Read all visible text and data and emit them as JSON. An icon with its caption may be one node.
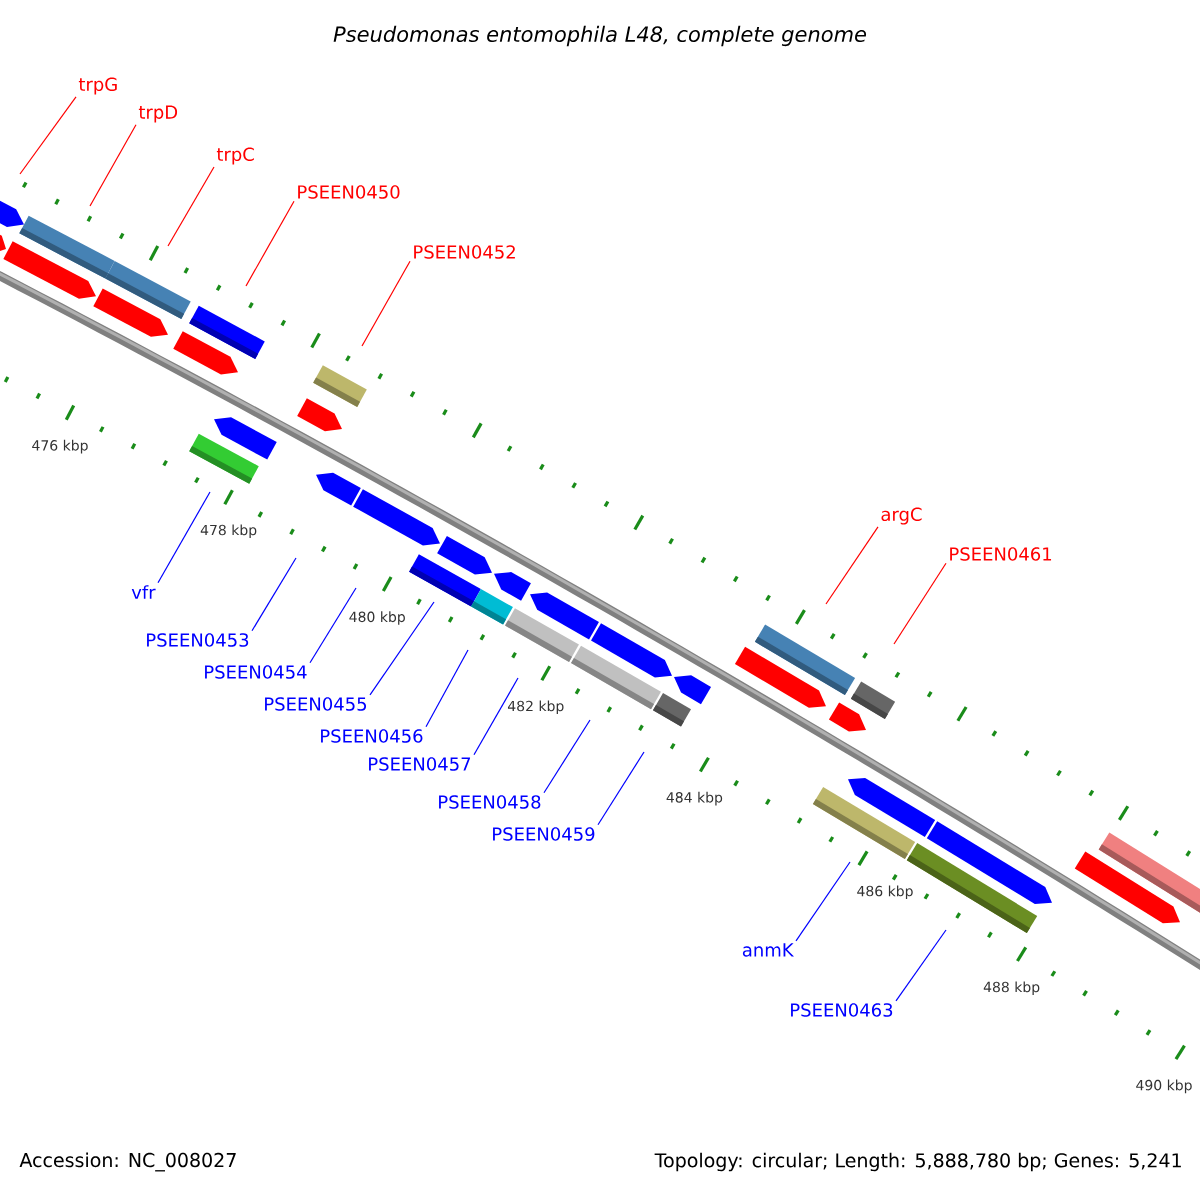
{
  "diagram": {
    "title": "Pseudomonas entomophila L48, complete genome",
    "nodes": [
      {
        "text": [
          "trpG"
        ]
      },
      {
        "text": [
          "trpD"
        ]
      },
      {
        "text": [
          "trpC"
        ]
      },
      {
        "text": [
          "PSEEN0450"
        ]
      },
      {
        "text": [
          "PSEEN0452"
        ]
      },
      {
        "text": [
          "argC"
        ]
      },
      {
        "text": [
          "PSEEN0461"
        ]
      },
      {
        "text": [
          "vfr"
        ]
      },
      {
        "text": [
          "PSEEN0453"
        ]
      },
      {
        "text": [
          "PSEEN0454"
        ]
      },
      {
        "text": [
          "PSEEN0455"
        ]
      },
      {
        "text": [
          "PSEEN0456"
        ]
      },
      {
        "text": [
          "PSEEN0457"
        ]
      },
      {
        "text": [
          "PSEEN0458"
        ]
      },
      {
        "text": [
          "PSEEN0459"
        ]
      },
      {
        "text": [
          "anmK"
        ]
      },
      {
        "text": [
          "PSEEN0463"
        ]
      }
    ],
    "edges": [
      {
        "from": 0,
        "to": null,
        "arrow": "none",
        "color": "#ff0000"
      },
      {
        "from": 1,
        "to": null,
        "arrow": "none",
        "color": "#ff0000"
      },
      {
        "from": 2,
        "to": null,
        "arrow": "none",
        "color": "#ff0000"
      },
      {
        "from": 3,
        "to": null,
        "arrow": "none",
        "color": "#ff0000"
      },
      {
        "from": 4,
        "to": null,
        "arrow": "none",
        "color": "#ff0000"
      },
      {
        "from": 5,
        "to": null,
        "arrow": "none",
        "color": "#ff0000"
      },
      {
        "from": 6,
        "to": null,
        "arrow": "none",
        "color": "#ff0000"
      },
      {
        "from": 7,
        "to": null,
        "arrow": "none"
      },
      {
        "from": 8,
        "to": null,
        "arrow": "none"
      },
      {
        "from": 9,
        "to": null,
        "arrow": "none"
      },
      {
        "from": 10,
        "to": null,
        "arrow": "none"
      },
      {
        "from": 11,
        "to": null,
        "arrow": "none"
      },
      {
        "from": 12,
        "to": null,
        "arrow": "none"
      },
      {
        "from": 13,
        "to": null,
        "arrow": "none"
      },
      {
        "from": 14,
        "to": null,
        "arrow": "none"
      },
      {
        "from": 15,
        "to": null,
        "arrow": "none"
      },
      {
        "from": 16,
        "to": null,
        "arrow": "none"
      }
    ],
    "labels": [
      "476 kbp",
      "478 kbp",
      "480 kbp",
      "482 kbp",
      "484 kbp",
      "486 kbp",
      "488 kbp",
      "490 kbp",
      "Accession: NC_008027",
      "Topology: circular; Length: 5,888,780 bp; Genes: 5,241"
    ]
  }
}
